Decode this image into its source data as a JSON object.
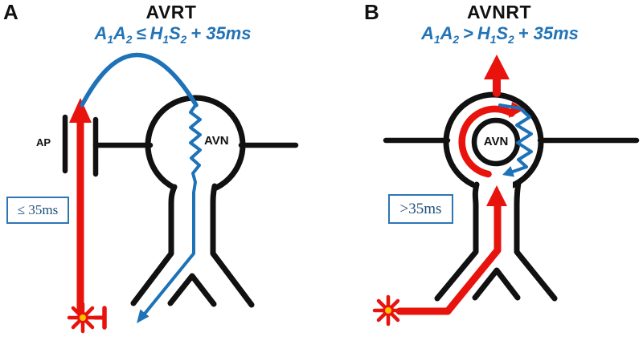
{
  "figure": {
    "type": "medical-electrophysiology-diagram",
    "colors": {
      "red": "#e8130d",
      "blue": "#1d72b8",
      "formula_blue": "#2274b7",
      "box_text_blue": "#1f4e79",
      "box_border_blue": "#2e75b6",
      "black": "#111111",
      "star_center_yellow": "#ffc000"
    },
    "icons": {
      "star_a": "impulse-origin-star-icon",
      "star_b": "impulse-origin-star-icon",
      "block_bar": "conduction-block-icon"
    }
  },
  "panel_a": {
    "label": "A",
    "title": "AVRT",
    "formula": {
      "b1": "A",
      "s1": "1",
      "b2": "A",
      "s2": "2",
      "op": "≤",
      "b3": "H",
      "s3": "1",
      "b4": "S",
      "s4": "2",
      "tail": "+ 35ms"
    },
    "ap_label": "AP",
    "avn_label": "AVN",
    "interval_label": "≤ 35ms"
  },
  "panel_b": {
    "label": "B",
    "title": "AVNRT",
    "formula": {
      "b1": "A",
      "s1": "1",
      "b2": "A",
      "s2": "2",
      "op": ">",
      "b3": "H",
      "s3": "1",
      "b4": "S",
      "s4": "2",
      "tail": "+ 35ms"
    },
    "avn_label": "AVN",
    "interval_label": ">35ms"
  }
}
